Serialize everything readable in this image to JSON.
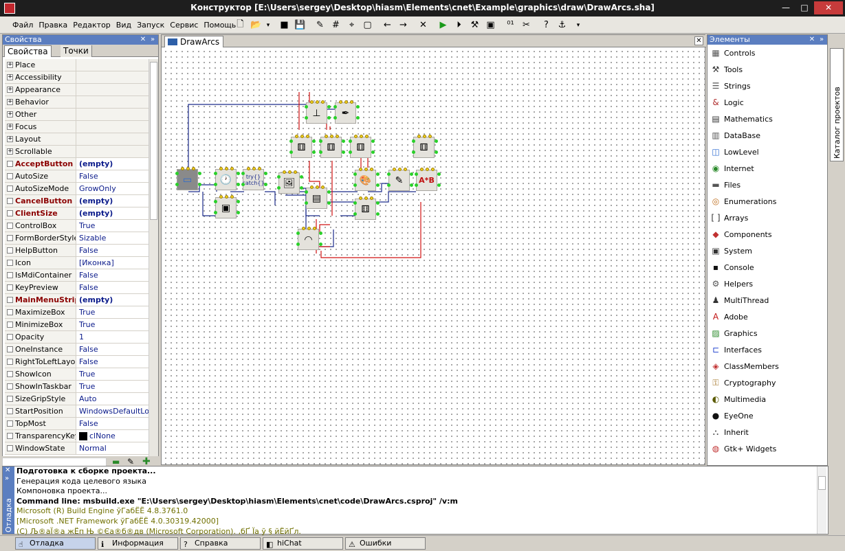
{
  "window": {
    "title": "Конструктор [E:\\Users\\sergey\\Desktop\\hiasm\\Elements\\cnet\\Example\\graphics\\draw\\DrawArcs.sha]",
    "minimize_glyph": "—",
    "maximize_glyph": "□",
    "close_glyph": "✕"
  },
  "menu": [
    "Файл",
    "Правка",
    "Редактор",
    "Вид",
    "Запуск",
    "Сервис",
    "Помощь"
  ],
  "toolbar": [
    "new-file-icon",
    "open-folder-icon",
    "dropdown-arrow-icon",
    "stop-icon",
    "save-icon",
    "edit-icon",
    "grid-icon",
    "target-icon",
    "frame-icon",
    "arrow-left-icon",
    "arrow-right-icon",
    "cross-icon",
    "run-icon",
    "step-icon",
    "compile-icon",
    "debug-icon",
    "binary-icon",
    "tools-icon",
    "help-icon",
    "anchor-icon",
    "dropdown-arrow-icon"
  ],
  "props_panel": {
    "title": "Свойства",
    "tabs": [
      "Свойства",
      "Точки"
    ],
    "rows": [
      {
        "name": "Place",
        "value": "",
        "group": true
      },
      {
        "name": "Accessibility",
        "value": "",
        "group": true
      },
      {
        "name": "Appearance",
        "value": "",
        "group": true
      },
      {
        "name": "Behavior",
        "value": "",
        "group": true
      },
      {
        "name": "Other",
        "value": "",
        "group": true
      },
      {
        "name": "Focus",
        "value": "",
        "group": true
      },
      {
        "name": "Layout",
        "value": "",
        "group": true
      },
      {
        "name": "Scrollable",
        "value": "",
        "group": true
      },
      {
        "name": "AcceptButton",
        "value": "(empty)",
        "bold": true
      },
      {
        "name": "AutoSize",
        "value": "False"
      },
      {
        "name": "AutoSizeMode",
        "value": "GrowOnly"
      },
      {
        "name": "CancelButton",
        "value": "(empty)",
        "bold": true
      },
      {
        "name": "ClientSize",
        "value": "(empty)",
        "bold": true
      },
      {
        "name": "ControlBox",
        "value": "True"
      },
      {
        "name": "FormBorderStyle",
        "value": "Sizable"
      },
      {
        "name": "HelpButton",
        "value": "False"
      },
      {
        "name": "Icon",
        "value": "[Иконка]"
      },
      {
        "name": "IsMdiContainer",
        "value": "False"
      },
      {
        "name": "KeyPreview",
        "value": "False"
      },
      {
        "name": "MainMenuStrip",
        "value": "(empty)",
        "bold": true
      },
      {
        "name": "MaximizeBox",
        "value": "True"
      },
      {
        "name": "MinimizeBox",
        "value": "True"
      },
      {
        "name": "Opacity",
        "value": "1"
      },
      {
        "name": "OneInstance",
        "value": "False"
      },
      {
        "name": "RightToLeftLayout",
        "value": "False"
      },
      {
        "name": "ShowIcon",
        "value": "True"
      },
      {
        "name": "ShowInTaskbar",
        "value": "True"
      },
      {
        "name": "SizeGripStyle",
        "value": "Auto"
      },
      {
        "name": "StartPosition",
        "value": "WindowsDefaultLocation"
      },
      {
        "name": "TopMost",
        "value": "False"
      },
      {
        "name": "TransparencyKey",
        "value": "clNone",
        "swatch": "#000000"
      },
      {
        "name": "WindowState",
        "value": "Normal"
      }
    ]
  },
  "document": {
    "tab_label": "DrawArcs",
    "close_glyph": "✕"
  },
  "canvas_components": [
    {
      "name": "form",
      "glyph": "▭",
      "selected": true
    },
    {
      "name": "timer",
      "glyph": "🕐"
    },
    {
      "name": "try-catch",
      "glyph": "try{} catch{}"
    },
    {
      "name": "image",
      "glyph": "🖼"
    },
    {
      "name": "point",
      "glyph": "⊥"
    },
    {
      "name": "pen",
      "glyph": "✒"
    },
    {
      "name": "random",
      "glyph": "⚅"
    },
    {
      "name": "random",
      "glyph": "⚅"
    },
    {
      "name": "random",
      "glyph": "⚅"
    },
    {
      "name": "random",
      "glyph": "⚅"
    },
    {
      "name": "palette",
      "glyph": "🎨"
    },
    {
      "name": "pencil",
      "glyph": "✎"
    },
    {
      "name": "math",
      "glyph": "A*B"
    },
    {
      "name": "panel",
      "glyph": "▤"
    },
    {
      "name": "bitmap",
      "glyph": "▣"
    },
    {
      "name": "random",
      "glyph": "⚅"
    },
    {
      "name": "arc",
      "glyph": "◠"
    }
  ],
  "elements_panel": {
    "title": "Элементы",
    "items": [
      {
        "label": "Controls",
        "icon": "▦"
      },
      {
        "label": "Tools",
        "icon": "⚒"
      },
      {
        "label": "Strings",
        "icon": "☰"
      },
      {
        "label": "Logic",
        "icon": "&"
      },
      {
        "label": "Mathematics",
        "icon": "▤"
      },
      {
        "label": "DataBase",
        "icon": "▥"
      },
      {
        "label": "LowLevel",
        "icon": "◫"
      },
      {
        "label": "Internet",
        "icon": "◉"
      },
      {
        "label": "Files",
        "icon": "▬"
      },
      {
        "label": "Enumerations",
        "icon": "◎"
      },
      {
        "label": "Arrays",
        "icon": "[ ]"
      },
      {
        "label": "Components",
        "icon": "◆"
      },
      {
        "label": "System",
        "icon": "▣"
      },
      {
        "label": "Console",
        "icon": "▪"
      },
      {
        "label": "Helpers",
        "icon": "⚙"
      },
      {
        "label": "MultiThread",
        "icon": "♟"
      },
      {
        "label": "Adobe",
        "icon": "A"
      },
      {
        "label": "Graphics",
        "icon": "▨"
      },
      {
        "label": "Interfaces",
        "icon": "⊏"
      },
      {
        "label": "ClassMembers",
        "icon": "◈"
      },
      {
        "label": "Cryptography",
        "icon": "⚿"
      },
      {
        "label": "Multimedia",
        "icon": "◐"
      },
      {
        "label": "EyeOne",
        "icon": "●"
      },
      {
        "label": "Inherit",
        "icon": "⛬"
      },
      {
        "label": "Gtk+ Widgets",
        "icon": "◍"
      }
    ]
  },
  "side_tab": "Каталог проектов",
  "output": {
    "panel_label": "Отладка",
    "lines": [
      {
        "text": "Подготовка к сборке проекта...",
        "style": "b"
      },
      {
        "text": "Генерация кода целевого языка",
        "style": ""
      },
      {
        "text": "Компоновка проекта...",
        "style": ""
      },
      {
        "text": "Command line: msbuild.exe  \"E:\\Users\\sergey\\Desktop\\hiasm\\Elements\\cnet\\code\\DrawArcs.csproj\" /v:m",
        "style": "b"
      },
      {
        "text": "Microsoft (R) Build Engine ўГабЁЁ 4.8.3761.0",
        "style": "g"
      },
      {
        "text": "[Microsoft .NET Framework ўГабЁЁ 4.0.30319.42000]",
        "style": "g"
      },
      {
        "text": "(C) Љ®аЇ®а жЁп Њ ©Єа®б®дв (Microsoft Corporation). ‚бҐ Їа ў  § йЁйҐ­л.",
        "style": "g"
      }
    ]
  },
  "status_tabs": [
    {
      "label": "Отладка",
      "icon": "☝",
      "active": true
    },
    {
      "label": "Информация",
      "icon": "ℹ"
    },
    {
      "label": "Справка",
      "icon": "?"
    },
    {
      "label": "hiChat",
      "icon": "◧"
    },
    {
      "label": "Ошибки",
      "icon": "⚠"
    }
  ]
}
